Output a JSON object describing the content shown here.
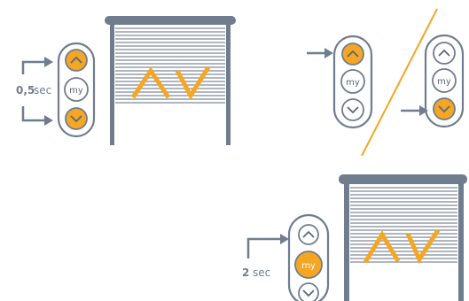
{
  "colors": {
    "frame": "#6f7d8e",
    "slat": "#7f8b9a",
    "accent": "#f5a623",
    "button_off": "#ffffff",
    "background": "#ffffff"
  },
  "step1": {
    "remote": {
      "up": "chevron-up-icon",
      "my": "my",
      "down": "chevron-down-icon",
      "active": [
        "up",
        "down"
      ]
    },
    "timing": {
      "value": "0,5",
      "unit": "sec"
    },
    "motion_icon": "up-down-motion-icon"
  },
  "step2": {
    "remote_a": {
      "up": "chevron-up-icon",
      "my": "my",
      "down": "chevron-down-icon",
      "active": [
        "up"
      ]
    },
    "remote_b": {
      "up": "chevron-up-icon",
      "my": "my",
      "down": "chevron-down-icon",
      "active": [
        "down"
      ]
    },
    "separator": "or"
  },
  "step3": {
    "remote": {
      "up": "chevron-up-icon",
      "my": "my",
      "down": "chevron-down-icon",
      "active": [
        "my"
      ]
    },
    "timing": {
      "value": "2",
      "unit": "sec"
    },
    "motion_icon": "up-down-motion-icon"
  }
}
